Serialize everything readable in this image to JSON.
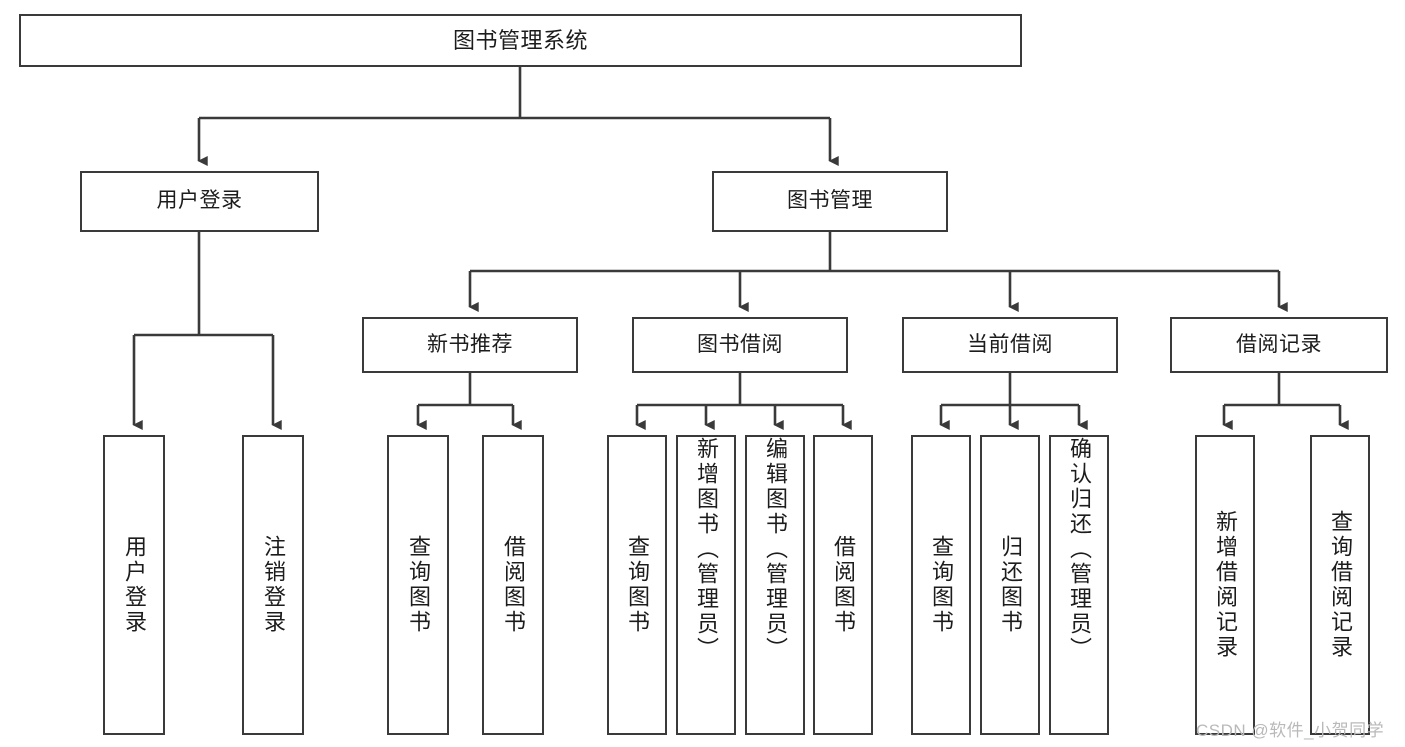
{
  "diagram": {
    "title": "图书管理系统",
    "type": "tree-hierarchy",
    "orientation": "top-down",
    "colors": {
      "box_border": "#3a3a3a",
      "box_fill": "#ffffff",
      "connector": "#3a3a3a",
      "text": "#1c1c1c",
      "watermark": "#b9b9b9",
      "background": "#ffffff"
    }
  },
  "root": {
    "label": "图书管理系统"
  },
  "level1": [
    {
      "label": "用户登录"
    },
    {
      "label": "图书管理"
    }
  ],
  "level2": [
    {
      "label": "新书推荐"
    },
    {
      "label": "图书借阅"
    },
    {
      "label": "当前借阅"
    },
    {
      "label": "借阅记录"
    }
  ],
  "leaves": {
    "user_login": [
      {
        "label": "用户登录"
      },
      {
        "label": "注销登录"
      }
    ],
    "new_book_recommend": [
      {
        "label": "查询图书"
      },
      {
        "label": "借阅图书"
      }
    ],
    "book_borrow": [
      {
        "label": "查询图书"
      },
      {
        "label": "新增图书（管理员）"
      },
      {
        "label": "编辑图书（管理员）"
      },
      {
        "label": "借阅图书"
      }
    ],
    "current_borrow": [
      {
        "label": "查询图书"
      },
      {
        "label": "归还图书"
      },
      {
        "label": "确认归还（管理员）"
      }
    ],
    "borrow_record": [
      {
        "label": "新增借阅记录"
      },
      {
        "label": "查询借阅记录"
      }
    ]
  },
  "watermark": {
    "text": "CSDN @软件_小贺同学"
  }
}
